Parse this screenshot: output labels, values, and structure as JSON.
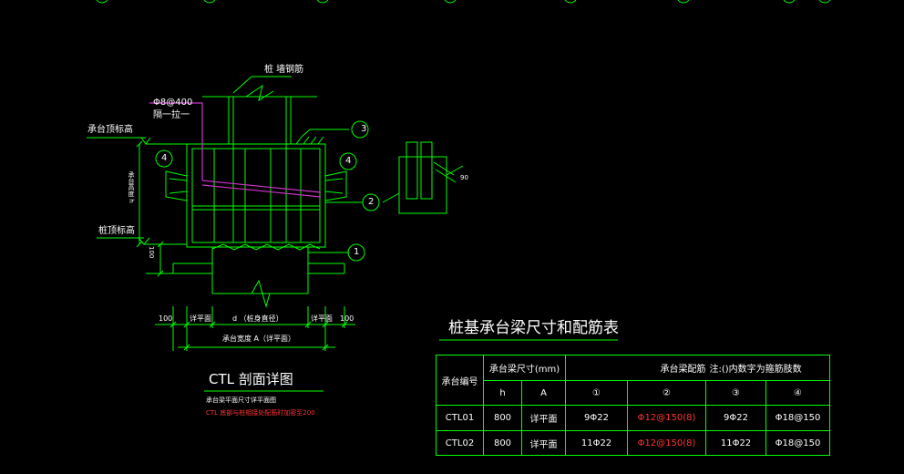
{
  "colors": {
    "background": "#000000",
    "lines": "#00ff00",
    "circles": "#00ff00",
    "rebar_highlight": "#cc33cc",
    "text": "#ffffff",
    "note_red": "#ff3333"
  },
  "section": {
    "top_label": "桩 墙钢筋",
    "rebar_label": "Φ8@400",
    "rebar_sub": "隔一拉一",
    "cap_top_label": "承台顶标高",
    "pile_top_label": "桩顶标高",
    "height_label": "承台高度 h",
    "dim_100": "100",
    "pile_dia_label": "d （桩身直径）",
    "side_left": "详平面",
    "side_right": "详平面",
    "width_label": "承台宽度 A（详平面）",
    "markers": [
      "1",
      "2",
      "3",
      "4",
      "4"
    ],
    "angle_label": "90",
    "title": "CTL 剖面详图",
    "note1": "承台梁平面尺寸详平面图",
    "note2": "CTL 底部与桩相接处配筋时加密至200"
  },
  "schedule": {
    "title": "桩基承台梁尺寸和配筋表",
    "header": {
      "id": "承台编号",
      "size": "承台梁尺寸(mm)",
      "rebar": "承台梁配筋",
      "note": "注:()内数字为箍筋肢数",
      "h": "h",
      "a": "A",
      "c1": "①",
      "c2": "②",
      "c3": "③",
      "c4": "④"
    },
    "rows": [
      {
        "id": "CTL01",
        "h": "800",
        "a": "详平面",
        "r1": "9Φ22",
        "r2": "Φ12@150(8)",
        "r3": "9Φ22",
        "r4": "Φ18@150"
      },
      {
        "id": "CTL02",
        "h": "800",
        "a": "详平面",
        "r1": "11Φ22",
        "r2": "Φ12@150(8)",
        "r3": "11Φ22",
        "r4": "Φ18@150"
      }
    ]
  }
}
